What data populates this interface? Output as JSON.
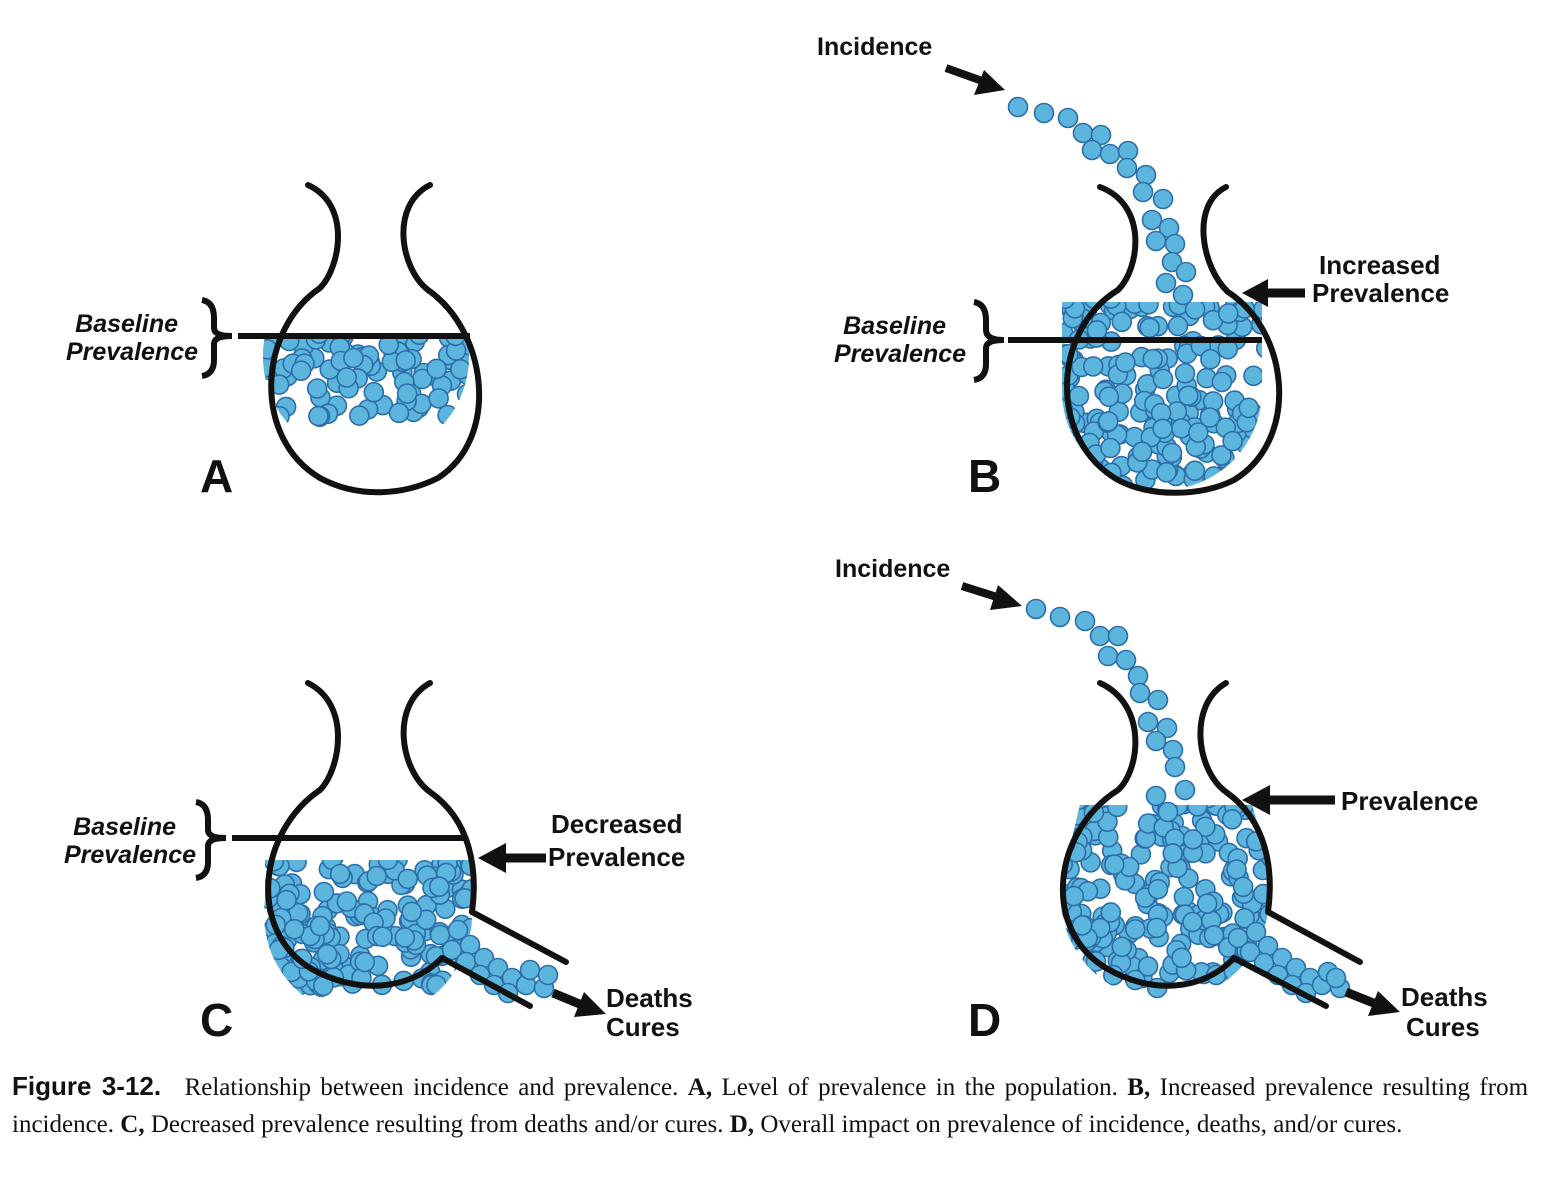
{
  "panels": {
    "a": {
      "letter": "A",
      "baseline_line1": "Baseline",
      "baseline_line2": "Prevalence"
    },
    "b": {
      "letter": "B",
      "incidence": "Incidence",
      "baseline_line1": "Baseline",
      "baseline_line2": "Prevalence",
      "change_line1": "Increased",
      "change_line2": "Prevalence"
    },
    "c": {
      "letter": "C",
      "baseline_line1": "Baseline",
      "baseline_line2": "Prevalence",
      "change_line1": "Decreased",
      "change_line2": "Prevalence",
      "outflow_line1": "Deaths",
      "outflow_line2": "Cures"
    },
    "d": {
      "letter": "D",
      "incidence": "Incidence",
      "prevalence": "Prevalence",
      "outflow_line1": "Deaths",
      "outflow_line2": "Cures"
    }
  },
  "caption": {
    "title": "Figure 3-12.",
    "text0": "Relationship between incidence and prevalence.",
    "key_a": "A,",
    "text_a": "Level of prevalence in the population.",
    "key_b": "B,",
    "text_b": "Increased prevalence resulting from incidence.",
    "key_c": "C,",
    "text_c": "Decreased prevalence resulting from deaths and/or cures.",
    "key_d": "D,",
    "text_d": "Overall impact on prevalence of incidence, deaths, and/or cures."
  },
  "colors": {
    "ball_fill": "#5bb5dd",
    "ball_stroke": "#2e6ea8",
    "outline": "#111111"
  }
}
